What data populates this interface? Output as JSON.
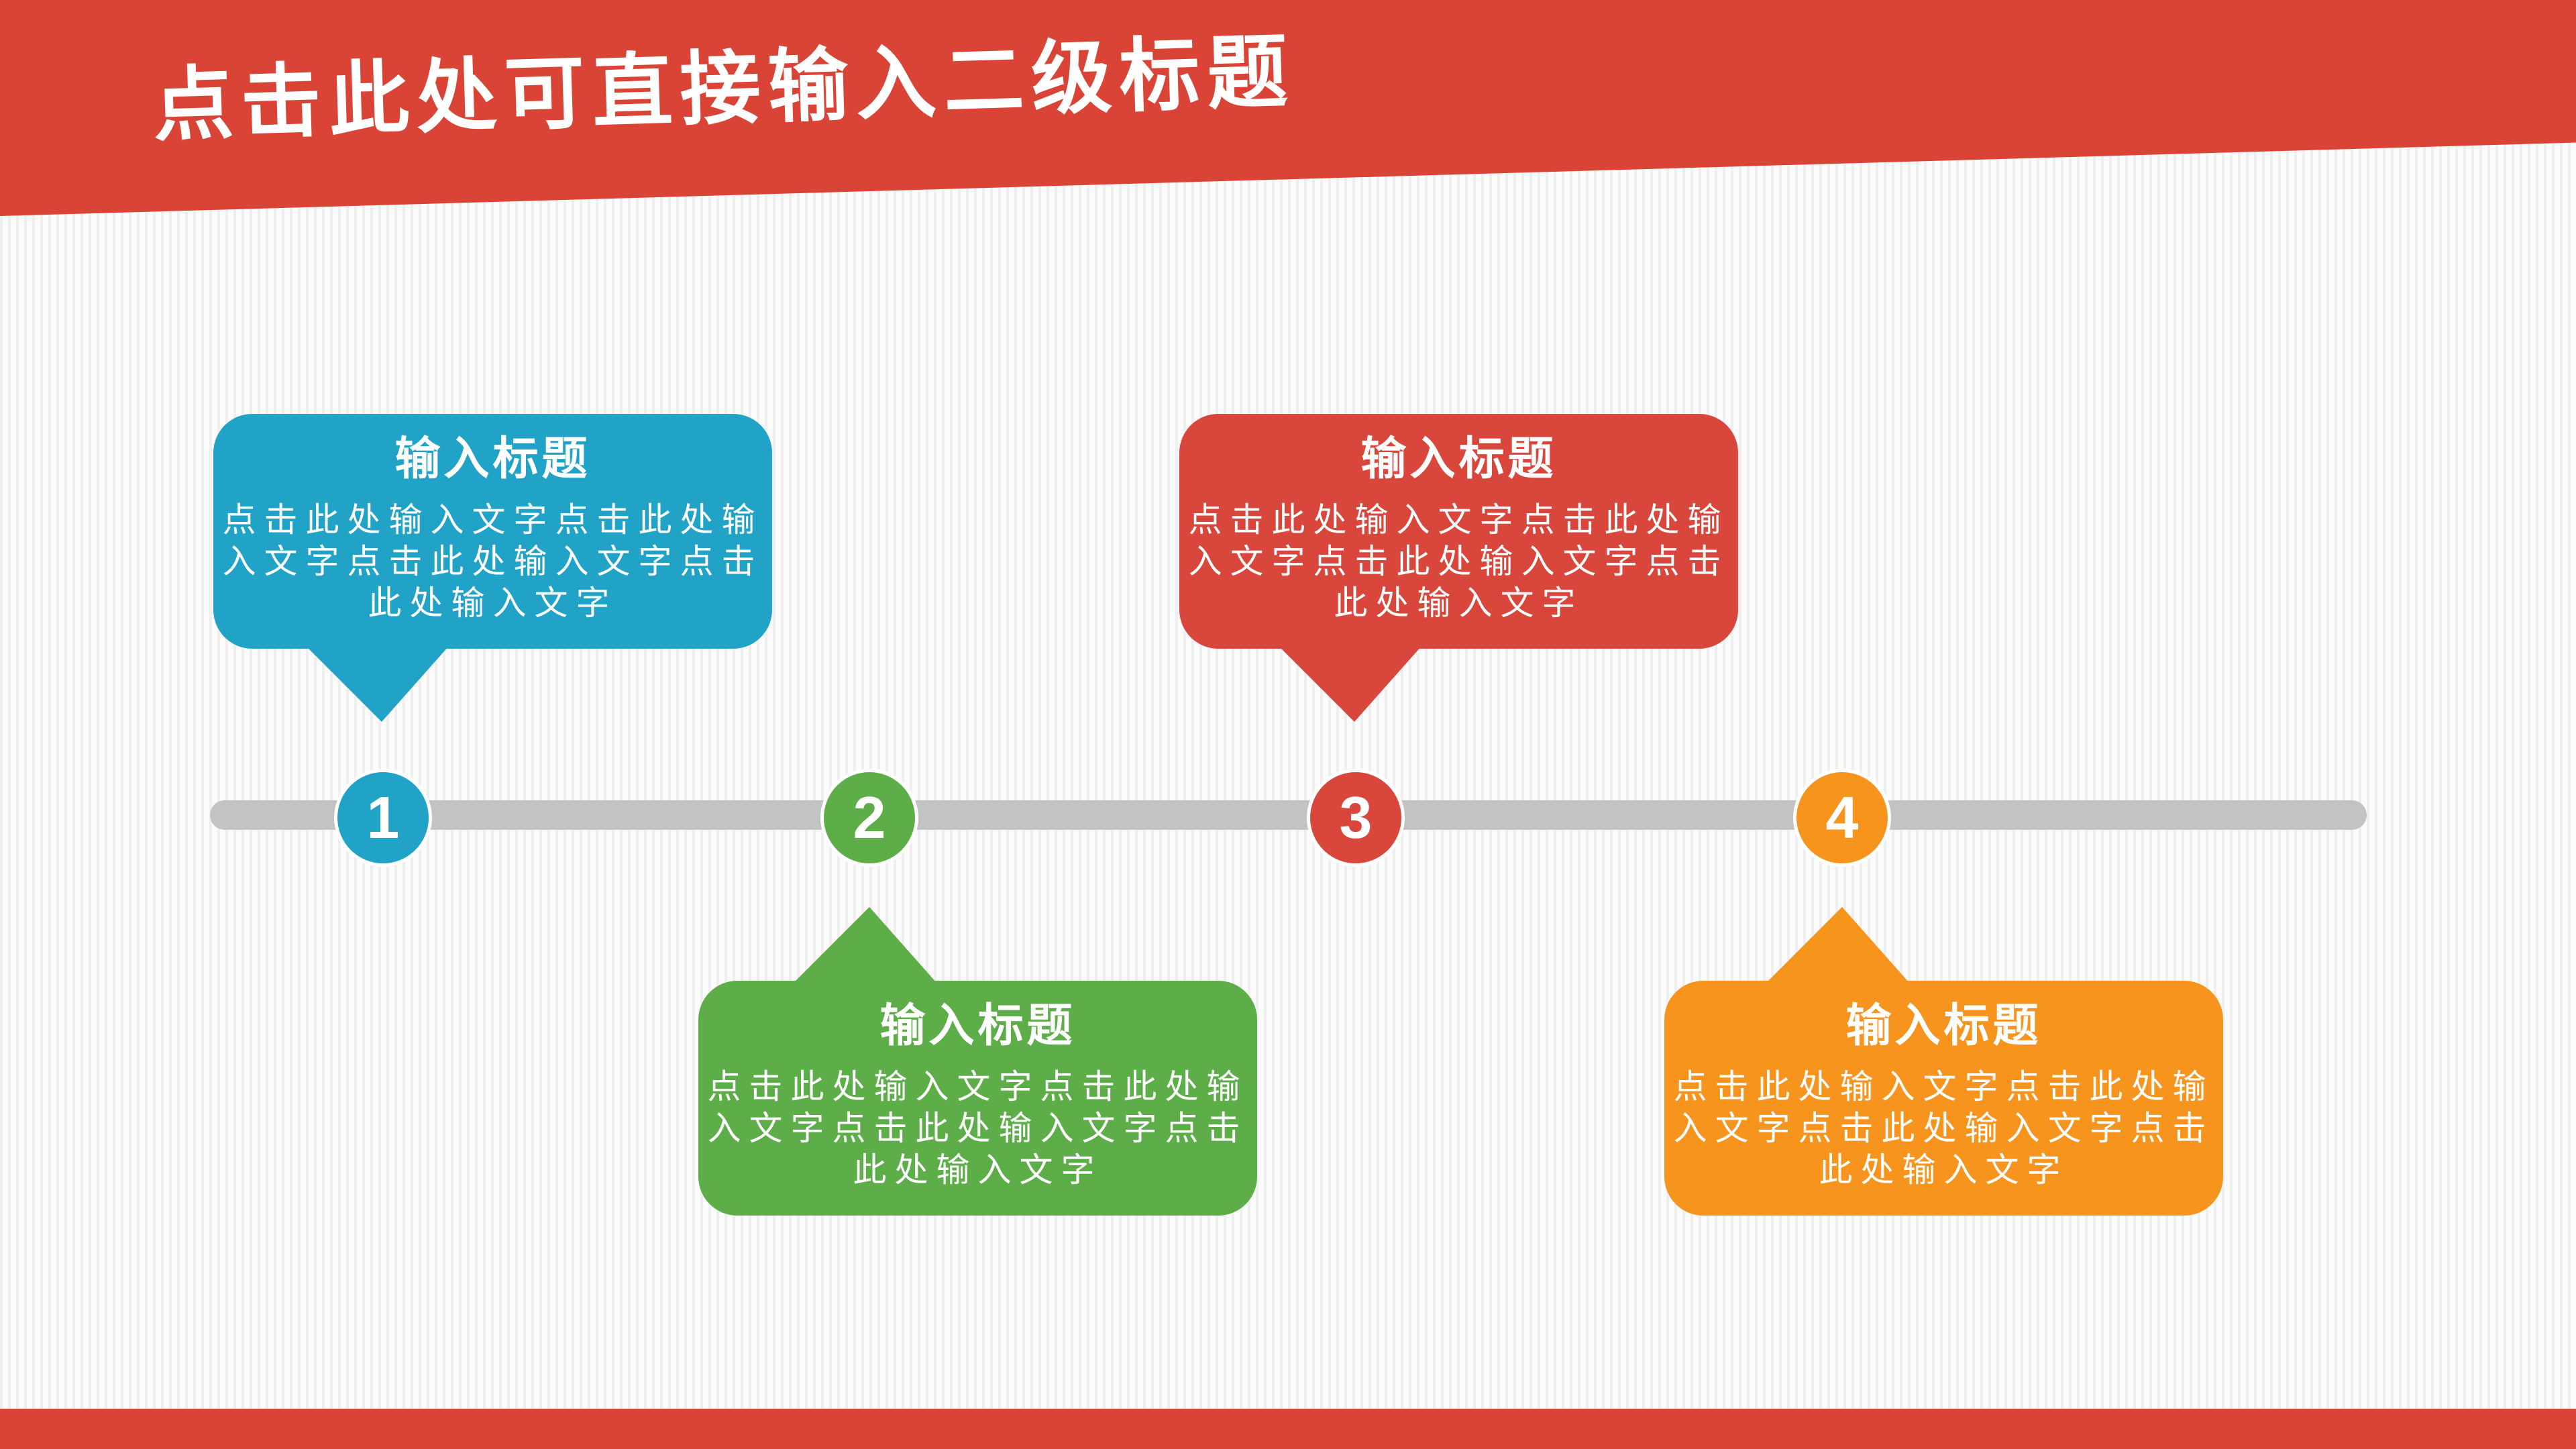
{
  "slide": {
    "header": {
      "title": "点击此处可直接输入二级标题",
      "background_color": "#DA4437",
      "text_color": "#FFFFFF"
    },
    "footer": {
      "background_color": "#DA4437"
    },
    "background": {
      "stripe_color": "#EFEFEF",
      "base_color": "#FBFBFB"
    }
  },
  "timeline": {
    "bar_color": "#C3C3C3",
    "steps": [
      {
        "number": "1",
        "color": "#20A3C6",
        "callout": {
          "position": "above",
          "title": "输入标题",
          "lines": [
            "点击此处输入文字点击此处输",
            "入文字点击此处输入文字点击",
            "此处输入文字"
          ]
        }
      },
      {
        "number": "2",
        "color": "#5DAE48",
        "callout": {
          "position": "below",
          "title": "输入标题",
          "lines": [
            "点击此处输入文字点击此处输",
            "入文字点击此处输入文字点击",
            "此处输入文字"
          ]
        }
      },
      {
        "number": "3",
        "color": "#D9463C",
        "callout": {
          "position": "above",
          "title": "输入标题",
          "lines": [
            "点击此处输入文字点击此处输",
            "入文字点击此处输入文字点击",
            "此处输入文字"
          ]
        }
      },
      {
        "number": "4",
        "color": "#F7941E",
        "callout": {
          "position": "below",
          "title": "输入标题",
          "lines": [
            "点击此处输入文字点击此处输",
            "入文字点击此处输入文字点击",
            "此处输入文字"
          ]
        }
      }
    ]
  }
}
